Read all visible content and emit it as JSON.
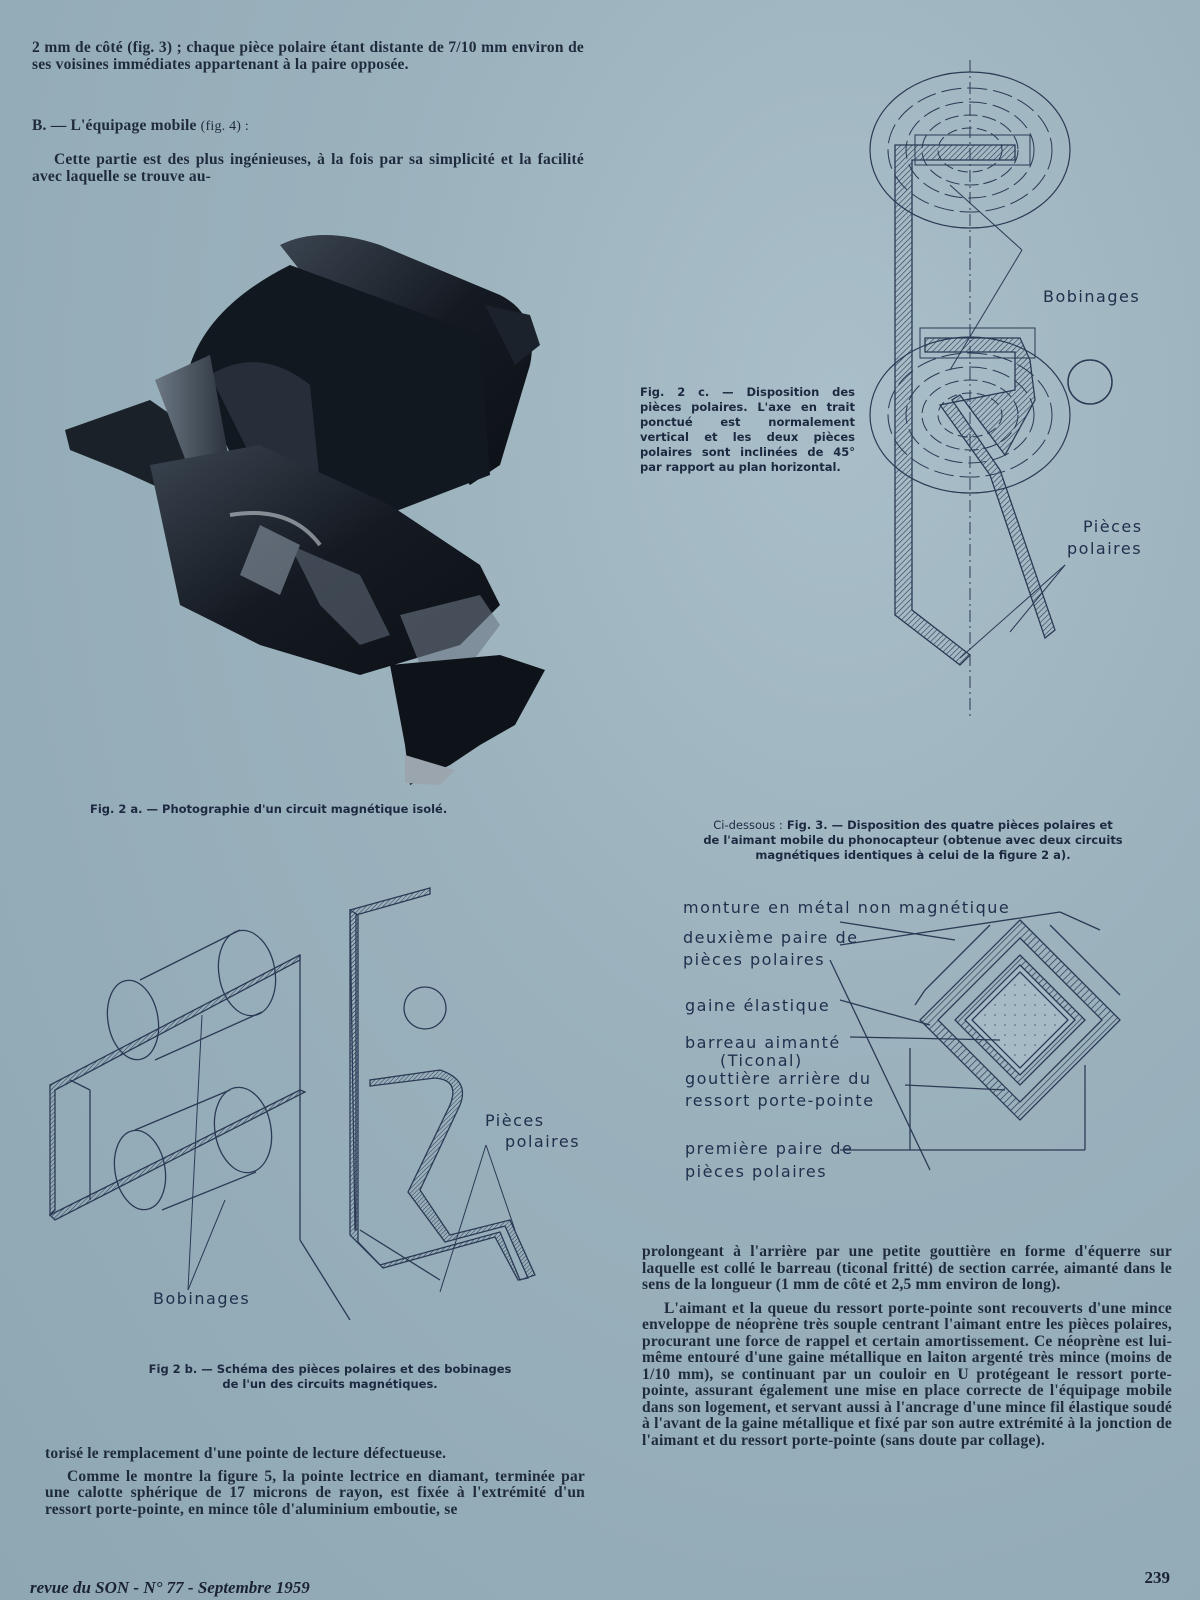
{
  "page": {
    "number": "239",
    "footer": "revue du SON - N° 77 - Septembre 1959"
  },
  "left_column": {
    "intro": "2 mm de côté (fig. 3) ; chaque pièce polaire étant distante de 7/10 mm environ de ses voisines immédiates appartenant à la paire opposée.",
    "section_heading": "B. — L'équipage mobile",
    "section_ref": "(fig. 4) :",
    "section_para": "Cette partie est des plus ingénieuses, à la fois par sa simplicité et la facilité avec laquelle se trouve au-",
    "bottom_para1": "torisé le remplacement d'une pointe de lecture défectueuse.",
    "bottom_para2": "Comme le montre la figure 5, la pointe lectrice en diamant, terminée par une calotte sphérique de 17 microns de rayon, est fixée à l'extrémité d'un ressort porte-pointe, en mince tôle d'aluminium emboutie, se"
  },
  "right_column": {
    "para1": "prolongeant à l'arrière par une petite gouttière en forme d'équerre sur laquelle est collé le barreau (ticonal fritté) de section carrée, aimanté dans le sens de la longueur (1 mm de côté et 2,5 mm environ de long).",
    "para2": "L'aimant et la queue du ressort porte-pointe sont recouverts d'une mince enveloppe de néoprène très souple centrant l'aimant entre les pièces polaires, procurant une force de rappel et certain amortissement. Ce néoprène est lui-même entouré d'une gaine métallique en laiton argenté très mince (moins de 1/10 mm), se continuant par un couloir en U protégeant le ressort porte-pointe, assurant également une mise en place correcte de l'équipage mobile dans son logement, et servant aussi à l'ancrage d'une mince fil élastique soudé à l'avant de la gaine métallique et fixé par son autre extrémité à la jonction de l'aimant et du ressort porte-pointe (sans doute par collage)."
  },
  "figures": {
    "fig2a": {
      "caption": "Fig. 2 a. — Photographie d'un circuit magnétique isolé."
    },
    "fig2b": {
      "caption_line1": "Fig 2 b. — Schéma des pièces polaires et des bobinages",
      "caption_line2": "de l'un des circuits magnétiques.",
      "label_bobinages": "Bobinages",
      "label_pieces": "Pièces",
      "label_polaires": "polaires"
    },
    "fig2c": {
      "caption": "Fig. 2 c. — Disposition des pièces polaires. L'axe en trait ponctué est normalement vertical et les deux pièces polaires sont inclinées de 45° par rapport au plan horizontal.",
      "label_bobinages": "Bobinages",
      "label_pieces": "Pièces",
      "label_polaires": "polaires"
    },
    "fig3": {
      "caption_prefix": "Ci-dessous :",
      "caption_line1": "Fig. 3. — Disposition des quatre pièces polaires et",
      "caption_line2": "de l'aimant mobile du phonocapteur (obtenue avec deux circuits",
      "caption_line3": "magnétiques identiques à celui de la figure 2 a).",
      "labels": [
        "monture en métal non magnétique",
        "deuxième paire de",
        "pièces polaires",
        "gaine élastique",
        "barreau aimanté",
        "(Ticonal)",
        "gouttière arrière du",
        "ressort porte-pointe",
        "première paire de",
        "pièces polaires"
      ]
    }
  }
}
